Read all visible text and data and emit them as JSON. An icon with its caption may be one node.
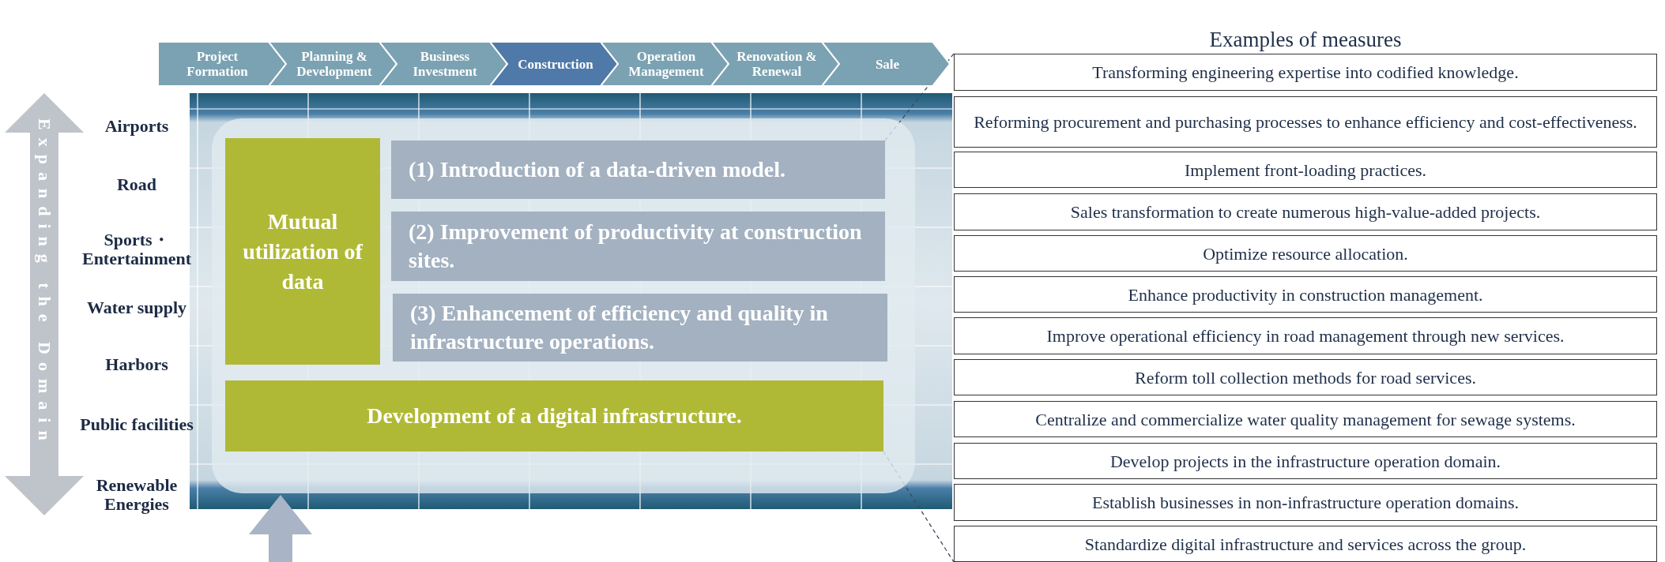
{
  "diagram": {
    "nodes": [
      {
        "text": [
          "Project Formation"
        ]
      },
      {
        "text": [
          "Planning & Development"
        ]
      },
      {
        "text": [
          "Business Investment"
        ]
      },
      {
        "text": [
          "Construction"
        ]
      },
      {
        "text": [
          "Operation Management"
        ]
      },
      {
        "text": [
          "Renovation & Renewal"
        ]
      },
      {
        "text": [
          "Sale"
        ]
      },
      {
        "text": [
          "Mutual utilization of data"
        ]
      },
      {
        "text": [
          "(1) Introduction of a data-driven model."
        ]
      },
      {
        "text": [
          "(2) Improvement of productivity at construction sites."
        ]
      },
      {
        "text": [
          "(3) Enhancement of efficiency and quality in infrastructure operations."
        ]
      },
      {
        "text": [
          "Development of a digital infrastructure."
        ]
      },
      {
        "text": [
          "Transforming engineering expertise into codified knowledge."
        ]
      },
      {
        "text": [
          "Reforming procurement and purchasing processes to enhance efficiency and cost-effectiveness."
        ]
      },
      {
        "text": [
          "Implement front-loading practices."
        ]
      },
      {
        "text": [
          "Sales transformation to create numerous high-value-added projects."
        ]
      },
      {
        "text": [
          "Optimize resource allocation."
        ]
      },
      {
        "text": [
          "Enhance productivity in construction management."
        ]
      },
      {
        "text": [
          "Improve operational efficiency in road management through new services."
        ]
      },
      {
        "text": [
          "Reform toll collection methods for road services."
        ]
      },
      {
        "text": [
          "Centralize and commercialize water quality management for sewage systems."
        ]
      },
      {
        "text": [
          "Develop projects in the infrastructure operation domain."
        ]
      },
      {
        "text": [
          "Establish businesses in non-infrastructure operation domains."
        ]
      },
      {
        "text": [
          "Standardize digital infrastructure and services across the group."
        ]
      }
    ],
    "edges": [
      {
        "from": 8,
        "to": 12,
        "arrow": "none",
        "style": "dashed"
      },
      {
        "from": 11,
        "to": 23,
        "arrow": "none",
        "style": "dashed"
      }
    ],
    "labels": [
      "Examples of measures",
      "Expanding the Domain",
      "Airports",
      "Road",
      "Sports・ Entertainment",
      "Water supply",
      "Harbors",
      "Public facilities",
      "Renewable Energies"
    ]
  }
}
